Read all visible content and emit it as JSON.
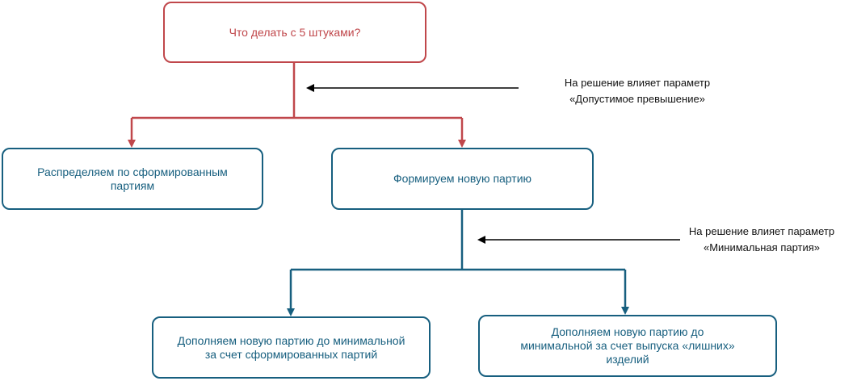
{
  "colors": {
    "root": "#c0474b",
    "branch": "#175f7f",
    "note_arrow": "#000000"
  },
  "nodes": {
    "root": "Что делать с 5 штуками?",
    "distribute": "Распределяем по сформированным\nпартиям",
    "new_batch": "Формируем новую  партию",
    "fill_from_batches": "Дополняем новую партию до минимальной\nза счет сформированных партий",
    "fill_from_extra": "Дополняем новую партию до\nминимальной  за счет выпуска «лишних»\nизделий"
  },
  "notes": {
    "first": {
      "line1": "На решение влияет параметр",
      "line2": "«Допустимое превышение»"
    },
    "second": {
      "line1": "На решение влияет параметр",
      "line2": "«Минимальная партия»"
    }
  }
}
